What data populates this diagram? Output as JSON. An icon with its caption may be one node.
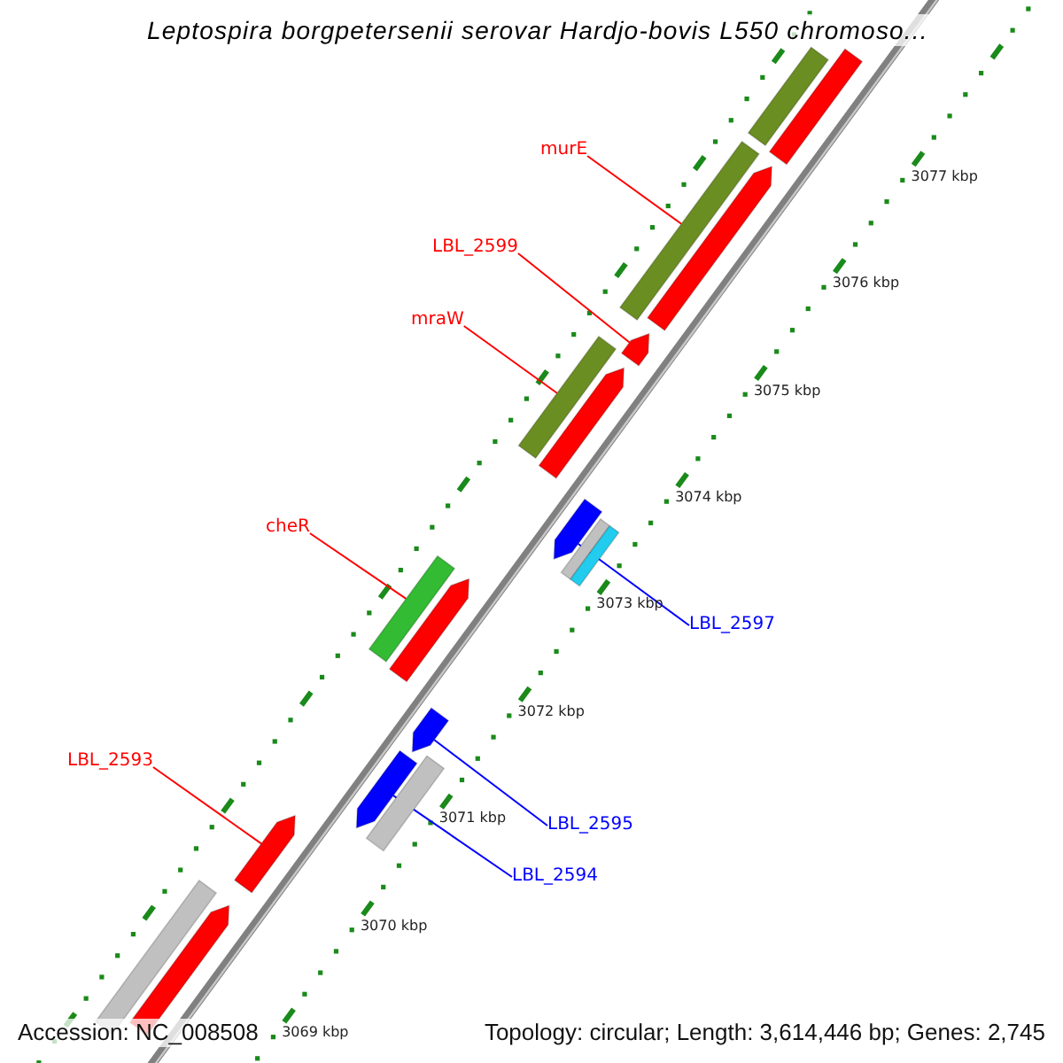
{
  "diagram": {
    "title": "Leptospira borgpetersenii serovar Hardjo-bovis L550 chromoso...",
    "nodes": [
      {
        "text": [
          "murE"
        ]
      },
      {
        "text": [
          "LBL_2599"
        ]
      },
      {
        "text": [
          "mraW"
        ]
      },
      {
        "text": [
          "cheR"
        ]
      },
      {
        "text": [
          "LBL_2597"
        ]
      },
      {
        "text": [
          "LBL_2593"
        ]
      },
      {
        "text": [
          "LBL_2595"
        ]
      },
      {
        "text": [
          "LBL_2594"
        ]
      },
      {
        "text": [],
        "shape": "bar"
      },
      {
        "text": [],
        "shape": "bar"
      },
      {
        "text": [],
        "shape": "bar"
      },
      {
        "text": [],
        "shape": "bar"
      },
      {
        "text": [],
        "shape": "bar"
      },
      {
        "text": [],
        "shape": "bar"
      },
      {
        "text": [],
        "shape": "bar"
      },
      {
        "text": [],
        "shape": "bar"
      },
      {
        "text": [],
        "shape": "bar"
      },
      {
        "text": [],
        "shape": "bar"
      },
      {
        "text": [],
        "shape": "bar"
      },
      {
        "text": [],
        "shape": "bar"
      },
      {
        "text": [],
        "shape": "bar"
      },
      {
        "text": [],
        "shape": "bar"
      },
      {
        "text": [],
        "shape": "bar"
      },
      {
        "text": [],
        "shape": "bar"
      },
      {
        "text": [],
        "shape": "bar"
      },
      {
        "text": [],
        "shape": "bar"
      }
    ],
    "edges": [
      {
        "from": 0,
        "to": 8,
        "arrow": "none"
      },
      {
        "from": 1,
        "to": 9,
        "arrow": "none"
      },
      {
        "from": 2,
        "to": 10,
        "arrow": "none"
      },
      {
        "from": 3,
        "to": 11,
        "arrow": "none"
      },
      {
        "from": 4,
        "to": 12,
        "arrow": "none",
        "color": "#0000ff"
      },
      {
        "from": 5,
        "to": 13,
        "arrow": "none"
      },
      {
        "from": 6,
        "to": 14,
        "arrow": "none",
        "color": "#0000ff"
      },
      {
        "from": 7,
        "to": 15,
        "arrow": "none",
        "color": "#0000ff"
      }
    ],
    "labels": [
      "3077 kbp",
      "3076 kbp",
      "3075 kbp",
      "3074 kbp",
      "3073 kbp",
      "3072 kbp",
      "3071 kbp",
      "3070 kbp",
      "3069 kbp",
      "Accession: NC_008508",
      "Topology: circular; Length: 3,614,446 bp; Genes: 2,745"
    ]
  }
}
